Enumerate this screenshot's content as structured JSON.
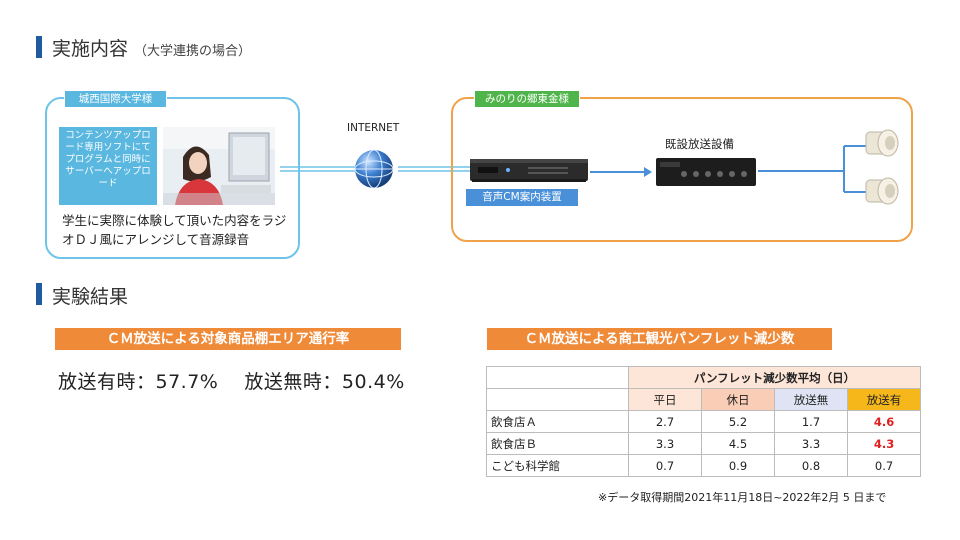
{
  "section1": {
    "title": "実施内容",
    "subtitle": "（大学連携の場合）"
  },
  "university": {
    "tag": "城西国際大学様",
    "note": "コンテンツアップロード専用ソフトにてプログラムと同時にサーバーへアップロード",
    "desc": "学生に実際に体験して頂いた内容をラジオＤＪ風にアレンジして音源録音"
  },
  "internet_label": "INTERNET",
  "partner": {
    "tag": "みのりの郷東金様",
    "device_label": "音声CM案内装置",
    "equipment_label": "既設放送設備"
  },
  "section2": {
    "title": "実験結果"
  },
  "result1": {
    "banner": "ＣＭ放送による対象商品棚エリア通行率",
    "text": "放送有時：57.7%　 放送無時：50.4%"
  },
  "result2": {
    "banner": "ＣＭ放送による商工観光パンフレット減少数",
    "table_title": "パンフレット減少数平均（日）",
    "columns": [
      "平日",
      "休日",
      "放送無",
      "放送有"
    ],
    "rows": [
      {
        "label": "飲食店Ａ",
        "values": [
          "2.7",
          "5.2",
          "1.7",
          "4.6"
        ]
      },
      {
        "label": "飲食店Ｂ",
        "values": [
          "3.3",
          "4.5",
          "3.3",
          "4.3"
        ]
      },
      {
        "label": "こども科学館",
        "values": [
          "0.7",
          "0.9",
          "0.8",
          "0.7"
        ]
      }
    ],
    "footnote": "※データ取得期間2021年11月18日~2022年2月 5 日まで"
  },
  "colors": {
    "accent_blue": "#1f5b9e",
    "orange": "#ef8a38",
    "highlight_red": "#e02020",
    "gold": "#f5b71a"
  }
}
